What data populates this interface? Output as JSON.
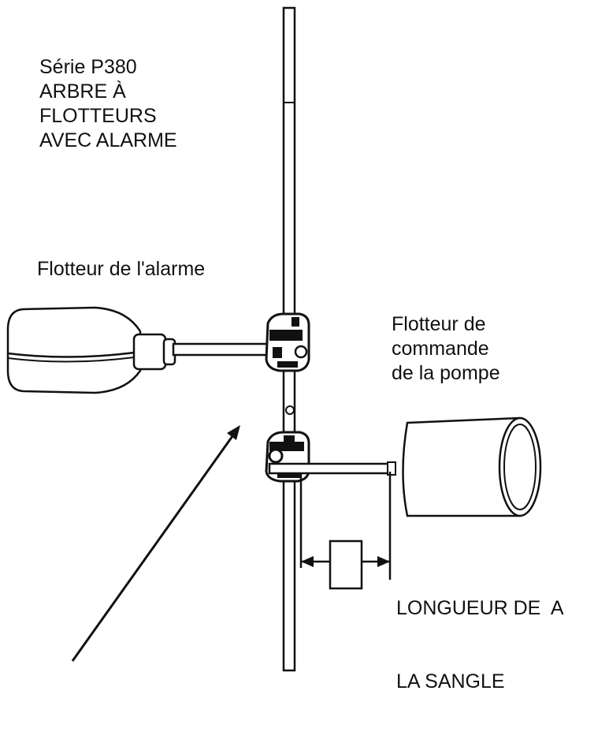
{
  "title": {
    "lines": [
      "Série P380",
      "ARBRE À",
      "FLOTTEURS",
      "AVEC ALARME"
    ]
  },
  "alarm_float": {
    "label": "Flotteur de l'alarme"
  },
  "pump_float": {
    "lines": [
      "Flotteur de",
      "commande",
      "de la pompe"
    ]
  },
  "strap_length": {
    "lines": [
      "LONGUEUR DE  A",
      "LA SANGLE"
    ]
  },
  "colors": {
    "line": "#111111",
    "fill": "#ffffff",
    "shade": "#dcdcdc"
  }
}
